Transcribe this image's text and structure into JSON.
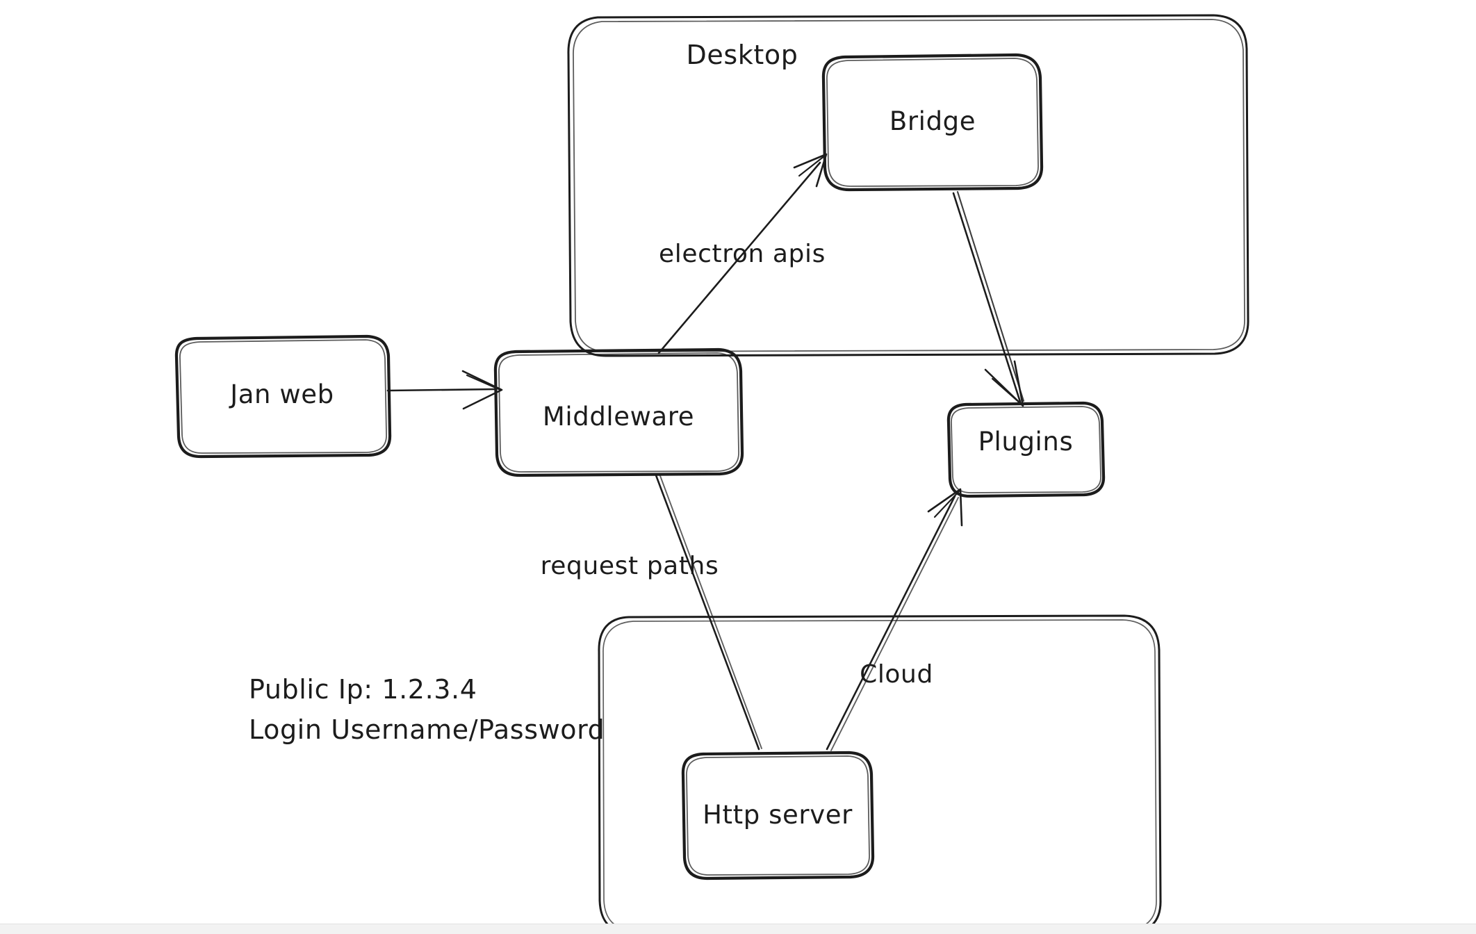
{
  "diagram": {
    "title_visible": false,
    "background_color": "#ffffff",
    "stroke_color": "#1c1c1c",
    "style": "hand-drawn whiteboard sketch",
    "groups": [
      {
        "id": "desktop",
        "label": "Desktop"
      },
      {
        "id": "cloud_container",
        "label": ""
      }
    ],
    "nodes": [
      {
        "id": "jan_web",
        "label": "Jan web"
      },
      {
        "id": "middleware",
        "label": "Middleware"
      },
      {
        "id": "bridge",
        "label": "Bridge"
      },
      {
        "id": "plugins",
        "label": "Plugins"
      },
      {
        "id": "http_server",
        "label": "Http server"
      }
    ],
    "edges": [
      {
        "id": "e1",
        "from": "jan_web",
        "to": "middleware",
        "label": "",
        "arrow": true
      },
      {
        "id": "e2",
        "from": "middleware",
        "to": "bridge",
        "label": "electron apis",
        "arrow": true
      },
      {
        "id": "e3",
        "from": "bridge",
        "to": "plugins",
        "label": "",
        "arrow": true
      },
      {
        "id": "e4",
        "from": "middleware",
        "to": "http_server",
        "label": "request paths",
        "arrow": false
      },
      {
        "id": "e5",
        "from": "http_server",
        "to": "plugins",
        "label": "Cloud",
        "arrow": true
      }
    ],
    "edge_labels": {
      "electron_apis": "electron apis",
      "request_paths": "request paths",
      "cloud": "Cloud"
    },
    "notes": [
      {
        "id": "note_ip",
        "text": "Public Ip: 1.2.3.4"
      },
      {
        "id": "note_login",
        "text": "Login Username/Password"
      }
    ]
  }
}
